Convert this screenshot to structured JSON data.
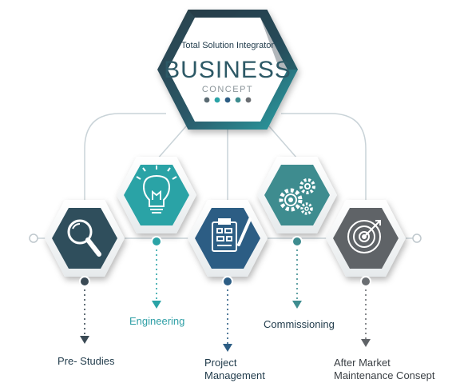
{
  "center": {
    "subtitle": "Total Solution Integrator",
    "title": "BUSINESS",
    "caption": "CONCEPT"
  },
  "nodes": [
    {
      "key": "pre",
      "label": "Pre- Studies",
      "icon": "magnifier-icon",
      "color": "#2f4e5c"
    },
    {
      "key": "eng",
      "label": "Engineering",
      "icon": "lightbulb-icon",
      "color": "#2aa3a6"
    },
    {
      "key": "pm",
      "label_lines": [
        "Project",
        "Management"
      ],
      "icon": "clipboard-pencil-icon",
      "color": "#2c5d84"
    },
    {
      "key": "com",
      "label": "Commissioning",
      "icon": "gears-icon",
      "color": "#3e8c8f"
    },
    {
      "key": "amm",
      "label_lines": [
        "After Market",
        "Maintenance Consept"
      ],
      "icon": "target-icon",
      "color": "#5f6367"
    }
  ],
  "colors": {
    "connector": "#c9d3d8",
    "dark_text": "#1f3a4a",
    "teal_text": "#2f9fa6",
    "gray_text": "#3a3f44",
    "dot_dark": "#3a4a55",
    "dot_teal": "#2aa3a6",
    "dot_gray": "#6a6e72"
  }
}
